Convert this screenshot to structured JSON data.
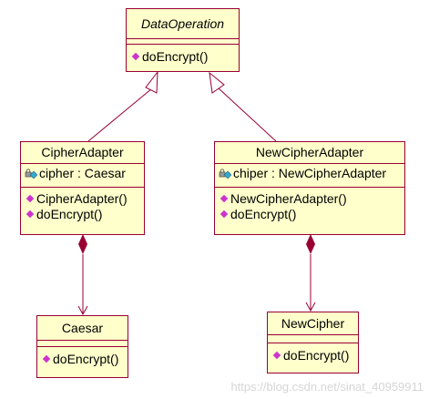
{
  "classes": {
    "data_operation": {
      "name": "DataOperation",
      "operations": [
        "doEncrypt()"
      ]
    },
    "cipher_adapter": {
      "name": "CipherAdapter",
      "attribute": "cipher : Caesar",
      "operations": [
        "CipherAdapter()",
        "doEncrypt()"
      ]
    },
    "new_cipher_adapter": {
      "name": "NewCipherAdapter",
      "attribute": "chiper : NewCipherAdapter",
      "operations": [
        "NewCipherAdapter()",
        "doEncrypt()"
      ]
    },
    "caesar": {
      "name": "Caesar",
      "operations": [
        "doEncrypt()"
      ]
    },
    "new_cipher": {
      "name": "NewCipher",
      "operations": [
        "doEncrypt()"
      ]
    }
  },
  "watermark": "https://blog.csdn.net/sinat_40959911",
  "colors": {
    "fill": "#ffffcc",
    "border": "#990033",
    "operation_icon": "#cc33cc"
  }
}
